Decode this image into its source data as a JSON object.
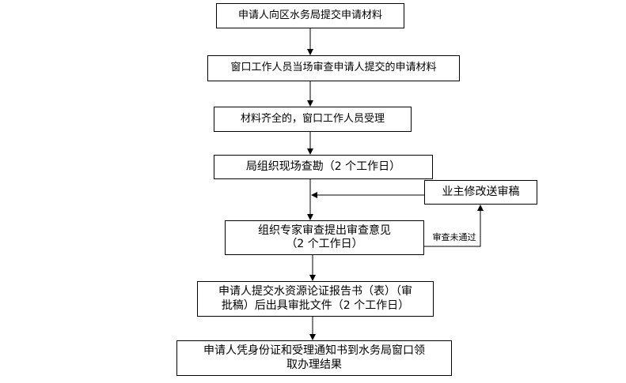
{
  "steps": [
    "申请人向区水务局提交申请材料",
    "窗口工作人员当场审查申请人提交的申请材料",
    "材料齐全的，窗口工作人员受理",
    "局组织现场查勘（2 个工作日）",
    "组织专家审查提出审查意见\n（2 个工作日）",
    "申请人提交水资源论证报告书（表）（审\n批稿）后出具审批文件（2 个工作日）",
    "申请人凭身份证和受理通知书到水务局窗口领\n取办理结果"
  ],
  "side_box": "业主修改送审稿",
  "fail_label": "审查未通过",
  "colors": {
    "line": "#000000",
    "box_border": "#000000",
    "background": "#ffffff"
  }
}
